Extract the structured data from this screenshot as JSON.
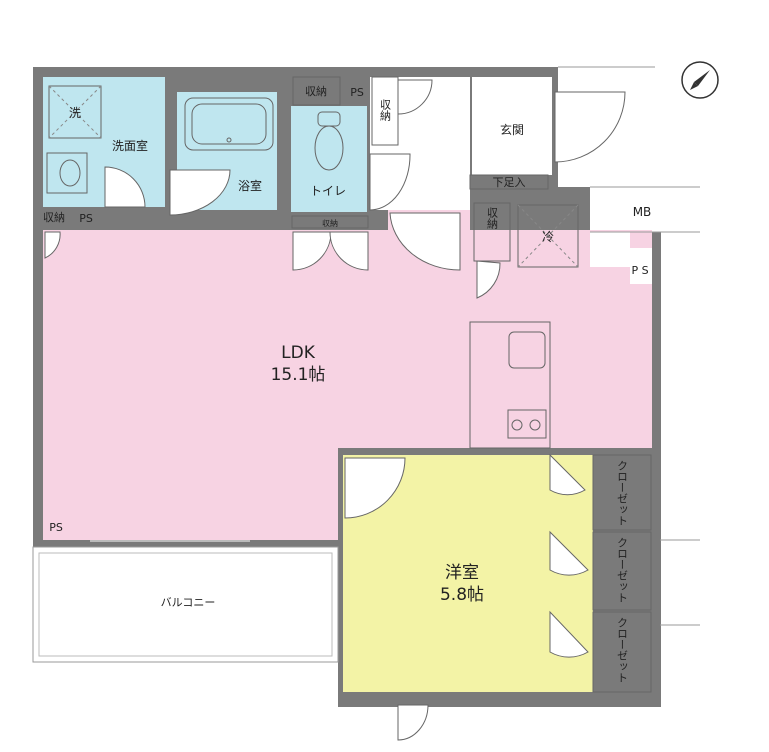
{
  "rooms": {
    "ldk": {
      "name": "LDK",
      "size": "15.1帖",
      "color": "#f7d3e3"
    },
    "western": {
      "name": "洋室",
      "size": "5.8帖",
      "color": "#f3f3a6"
    },
    "washroom": {
      "name": "洗面室",
      "color": "#bfe6ef"
    },
    "bath": {
      "name": "浴室",
      "color": "#bfe6ef"
    },
    "toilet": {
      "name": "トイレ",
      "color": "#bfe6ef"
    },
    "entrance": {
      "name": "玄関"
    },
    "shoe_area": {
      "name": "下足入"
    },
    "balcony": {
      "name": "バルコニー"
    }
  },
  "labels": {
    "washer": "洗",
    "fridge": "冷",
    "mb": "MB",
    "ps_top": "PS",
    "ps_wash": "PS",
    "ps_right": "P S",
    "ps_bottom": "PS",
    "storage_top": "収納",
    "storage_vertical": "収納",
    "storage_wash": "収納",
    "storage_small": "収納",
    "storage_hall": "収納",
    "closet_1": "クローゼット",
    "closet_2": "クローゼット",
    "closet_3": "クローゼット"
  },
  "colors": {
    "wall": "#7a7a7a",
    "storage": "#d9cde6",
    "wet": "#bfe6ef"
  },
  "icons": [
    "compass-north-icon"
  ]
}
